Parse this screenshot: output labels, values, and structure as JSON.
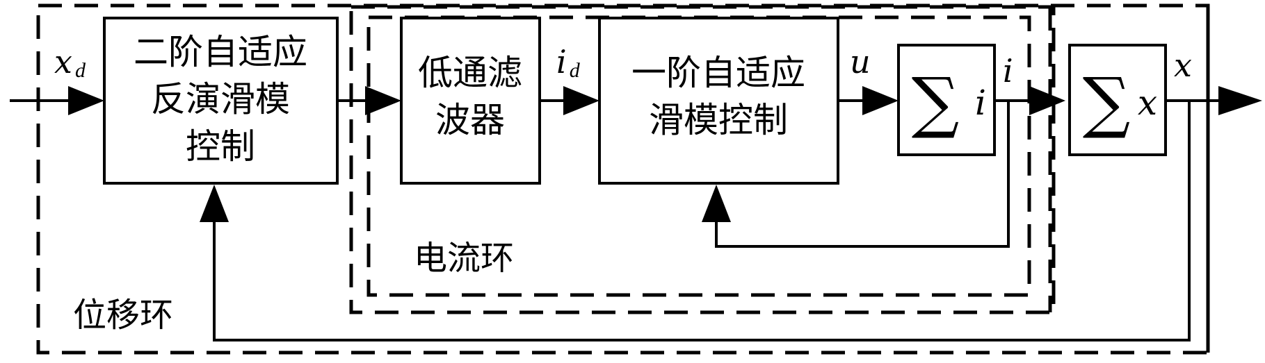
{
  "blocks": {
    "backstepping_controller": {
      "lines": [
        "二阶自适应",
        "反演滑模",
        "控制"
      ]
    },
    "low_pass_filter": {
      "lines": [
        "低通滤",
        "波器"
      ]
    },
    "sliding_mode_controller": {
      "lines": [
        "一阶自适应",
        "滑模控制"
      ]
    },
    "current_summation": {
      "symbol": "∑",
      "variable": "i"
    },
    "position_summation": {
      "symbol": "∑",
      "variable": "x"
    }
  },
  "signals": {
    "x_d": {
      "main": "x",
      "sub": "d"
    },
    "i_d": {
      "main": "i",
      "sub": "d"
    },
    "u": {
      "main": "u"
    },
    "i": {
      "main": "i"
    },
    "x": {
      "main": "x"
    }
  },
  "loops": {
    "current_loop_label": "电流环",
    "position_loop_label": "位移环"
  }
}
